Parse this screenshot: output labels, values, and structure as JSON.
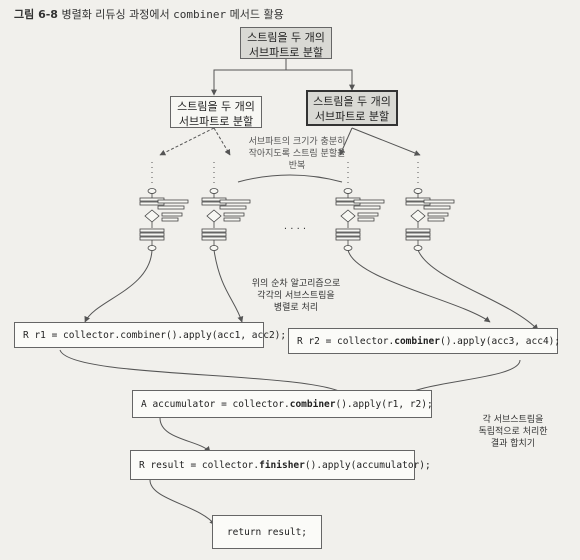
{
  "caption": {
    "figure": "그림 6-8",
    "prefix": "병렬화 리듀싱 과정에서",
    "code": "combiner",
    "suffix": "메서드 활용"
  },
  "split_boxes": {
    "top": [
      "스트림을 두 개의",
      "서브파트로 분할"
    ],
    "left": [
      "스트림을 두 개의",
      "서브파트로 분할"
    ],
    "right": [
      "스트림을 두 개의",
      "서브파트로 분할"
    ]
  },
  "notes": {
    "repeat": [
      "서브파트의 크기가 충분히",
      "작아지도록 스트림 분할을",
      "반복"
    ],
    "sequential": [
      "위의 순차 알고리즘으로",
      "각각의 서브스트림을",
      "병렬로 처리"
    ],
    "combine": [
      "각 서브스트림을",
      "독립적으로 처리한",
      "결과 합치기"
    ],
    "ellipsis": "· · · ·"
  },
  "code": {
    "r1": {
      "before": "R r1 = collector.combiner().apply(acc1, acc2);",
      "bold": ""
    },
    "r2": {
      "before": "R r2 = collector.",
      "bold": "combiner",
      "after": "().apply(acc3, acc4);"
    },
    "accumulator": {
      "before": "A accumulator = collector.",
      "bold": "combiner",
      "after": "().apply(r1, r2);"
    },
    "result": {
      "before": "R result = collector.",
      "bold": "finisher",
      "after": "().apply(accumulator);"
    },
    "ret": "return result;"
  },
  "colors": {
    "line": "#555555",
    "shade": "#d9d9d4",
    "background": "#f1f0ec"
  }
}
